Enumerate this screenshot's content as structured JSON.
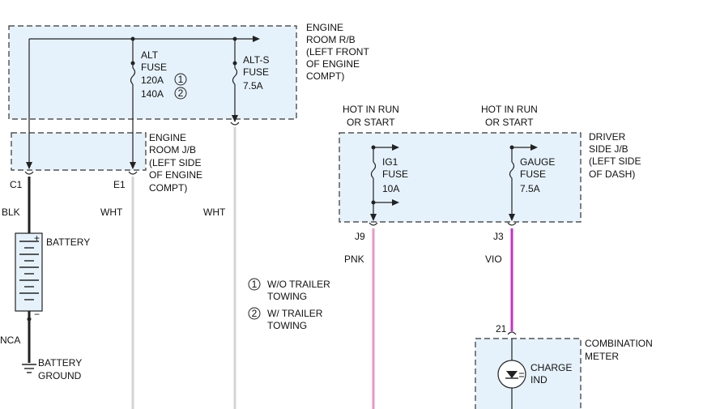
{
  "boxes": {
    "engine_rb": [
      "ENGINE",
      "ROOM R/B",
      "(LEFT FRONT",
      "OF ENGINE",
      "COMPT)"
    ],
    "engine_jb": [
      "ENGINE",
      "ROOM J/B",
      "(LEFT SIDE",
      "OF ENGINE",
      "COMPT)"
    ],
    "driver_jb": [
      "DRIVER",
      "SIDE J/B",
      "(LEFT SIDE",
      "OF DASH)"
    ],
    "combo_meter": [
      "COMBINATION",
      "METER"
    ]
  },
  "fuses": {
    "alt": [
      "ALT",
      "FUSE",
      "120A",
      "140A"
    ],
    "alt_s": [
      "ALT-S",
      "FUSE",
      "7.5A"
    ],
    "ig1": [
      "IG1",
      "FUSE",
      "10A"
    ],
    "gauge": [
      "GAUGE",
      "FUSE",
      "7.5A"
    ]
  },
  "circled": {
    "one": "1",
    "two": "2"
  },
  "hot_in_run": [
    "HOT IN RUN",
    "OR START"
  ],
  "connectors": {
    "c1": "C1",
    "e1": "E1",
    "j9": "J9",
    "j3": "J3",
    "pin21": "21"
  },
  "wires": {
    "blk": "BLK",
    "wht1": "WHT",
    "wht2": "WHT",
    "pnk": "PNK",
    "vio": "VIO",
    "nca": "NCA"
  },
  "battery": {
    "label": "BATTERY",
    "plus": "+",
    "minus": "−"
  },
  "ground": [
    "BATTERY",
    "GROUND"
  ],
  "legend": {
    "item1": [
      "W/O TRAILER",
      "TOWING"
    ],
    "item2": [
      "W/ TRAILER",
      "TOWING"
    ]
  },
  "charge_ind": [
    "CHARGE",
    "IND"
  ],
  "colors": {
    "box_fill": "#e6f2fb",
    "wire_pink": "#e89ac0",
    "wire_violet": "#c531c5",
    "wire_white": "#d4d4d4"
  }
}
